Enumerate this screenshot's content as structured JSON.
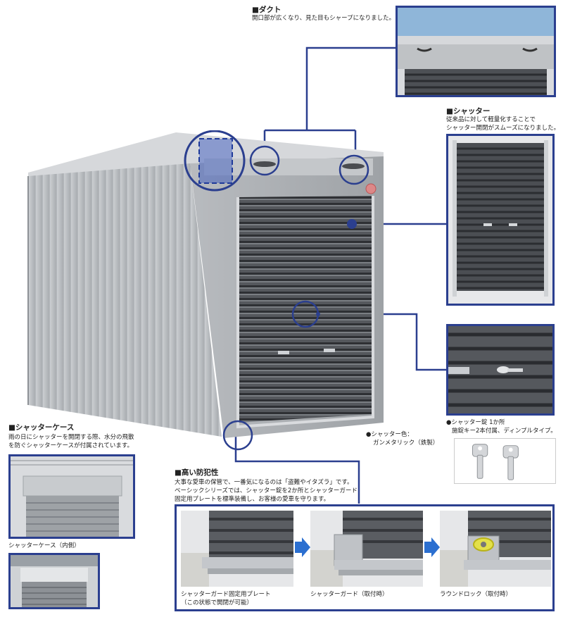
{
  "duct": {
    "title": "■ダクト",
    "desc": "開口部が広くなり、見た目もシャープになりました。"
  },
  "shutter": {
    "title": "■シャッター",
    "desc_line1": "従来品に対して軽量化することで",
    "desc_line2": "シャッター開閉がスムーズになりました。"
  },
  "lock": {
    "caption_line1": "●シャッター錠 1か所",
    "caption_line2": "施錠キー2本付属、ディンプルタイプ。"
  },
  "shutter_color": {
    "line1": "●シャッター色：",
    "line2": "ガンメタリック（鉄製）"
  },
  "shutter_case": {
    "title": "■シャッターケース",
    "desc_line1": "雨の日にシャッターを開閉する際、水分の飛散",
    "desc_line2": "を防ぐシャッターケースが付属されています。",
    "photo_caption": "シャッターケース（内側）"
  },
  "security": {
    "title": "■高い防犯性",
    "desc_line1": "大事な愛車の保管で、一番気になるのは「盗難やイタズラ」です。",
    "desc_line2": "ベーシックシリーズでは、シャッター錠を2か所とシャッターガード",
    "desc_line3": "固定用プレートを標準装備し、お客様の愛車を守ります。",
    "steps": [
      {
        "line1": "シャッターガード固定用プレート",
        "line2": "（この状態で開閉が可能）"
      },
      {
        "line1": "シャッターガード（取付時）",
        "line2": ""
      },
      {
        "line1": "ラウンドロック（取付時）",
        "line2": ""
      }
    ]
  },
  "colors": {
    "accent": "#2b3f8f",
    "shutter_slat": "#4a4d52",
    "wall": "#b4b7bb"
  }
}
